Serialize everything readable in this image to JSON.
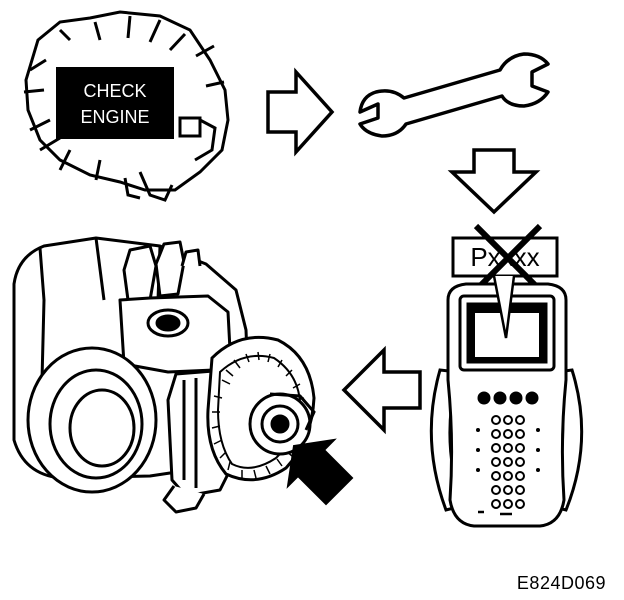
{
  "warning_lamp": {
    "line1": "CHECK",
    "line2": "ENGINE"
  },
  "scan_tool_display": {
    "code": "Pxxxx"
  },
  "figure_id": "E824D069",
  "icons": {
    "engine": "engine-icon",
    "wrench": "wrench-icon",
    "scan_tool": "scan-tool-icon",
    "throttle_body": "throttle-body-icon",
    "cross_mark": "cross-mark-icon"
  },
  "colors": {
    "ink": "#000000",
    "paper": "#ffffff"
  }
}
